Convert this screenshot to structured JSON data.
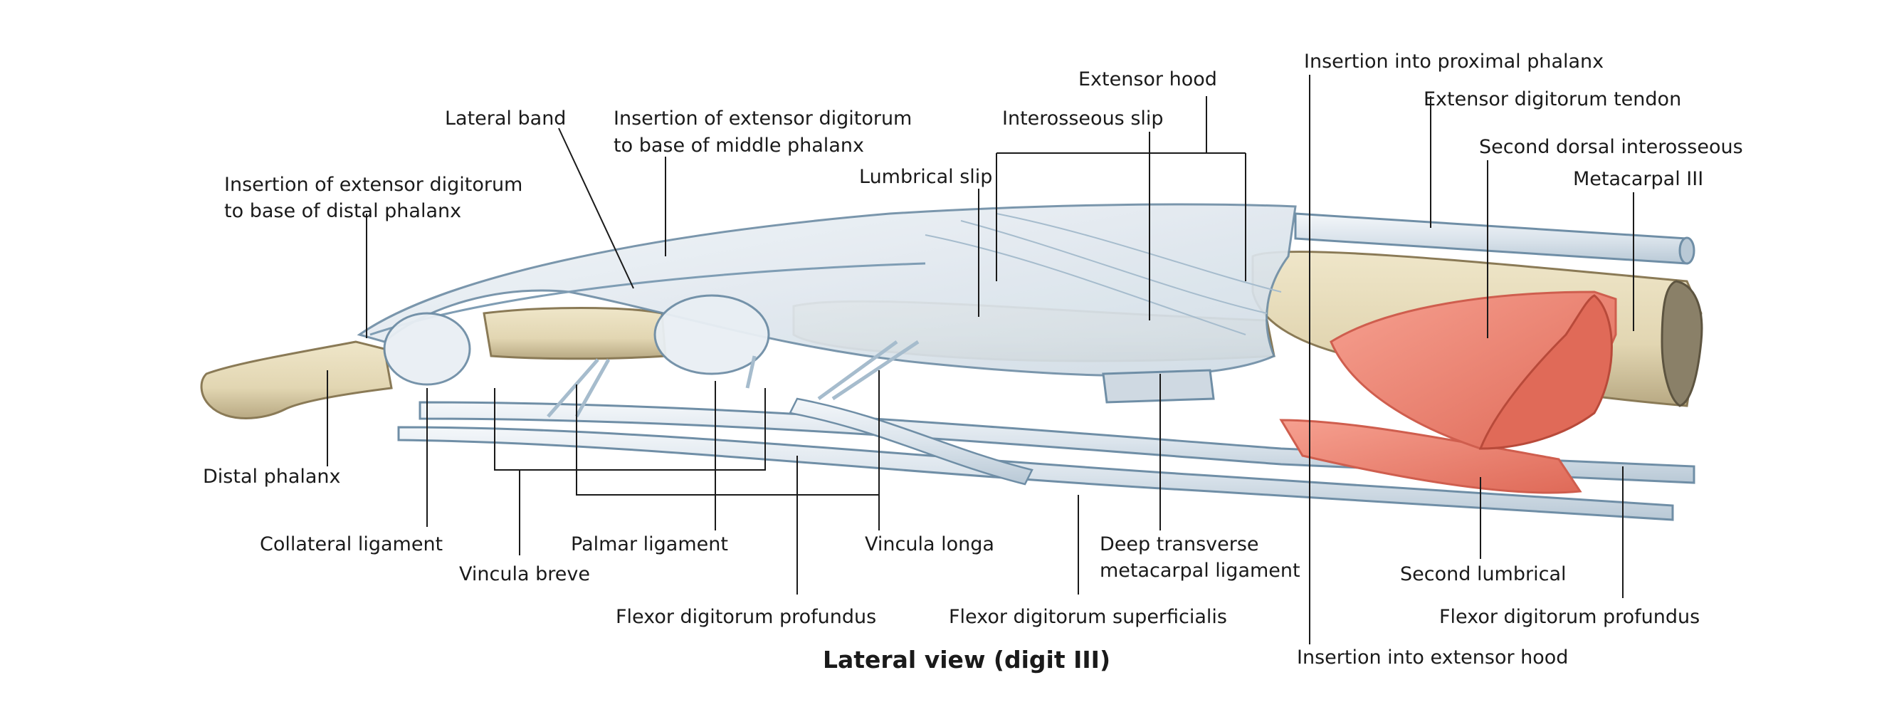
{
  "caption": "Lateral view (digit III)",
  "labels": {
    "insertion_ext_distal_1": "Insertion of extensor digitorum",
    "insertion_ext_distal_2": "to base of distal phalanx",
    "lateral_band": "Lateral band",
    "insertion_ext_middle_1": "Insertion of extensor digitorum",
    "insertion_ext_middle_2": "to base of middle phalanx",
    "lumbrical_slip": "Lumbrical slip",
    "interosseous_slip": "Interosseous slip",
    "extensor_hood": "Extensor hood",
    "insertion_proximal_phalanx": "Insertion into proximal phalanx",
    "extensor_digitorum_tendon": "Extensor digitorum tendon",
    "second_dorsal_interosseous": "Second dorsal interosseous",
    "metacarpal_iii": "Metacarpal III",
    "distal_phalanx": "Distal phalanx",
    "collateral_ligament": "Collateral ligament",
    "vincula_breve": "Vincula breve",
    "palmar_ligament": "Palmar ligament",
    "vincula_longa": "Vincula longa",
    "flexor_profundus_left": "Flexor digitorum profundus",
    "flexor_superficialis": "Flexor digitorum superficialis",
    "deep_transverse_1": "Deep transverse",
    "deep_transverse_2": "metacarpal ligament",
    "second_lumbrical": "Second lumbrical",
    "flexor_profundus_right": "Flexor digitorum profundus",
    "insertion_extensor_hood": "Insertion into extensor hood"
  },
  "colors": {
    "bone": "#e6dcbc",
    "bone_shadow": "#b8a983",
    "tendon": "#dde6ee",
    "tendon_outline": "#6f8ea6",
    "muscle": "#ee8070",
    "muscle_dark": "#cf5e4e"
  }
}
